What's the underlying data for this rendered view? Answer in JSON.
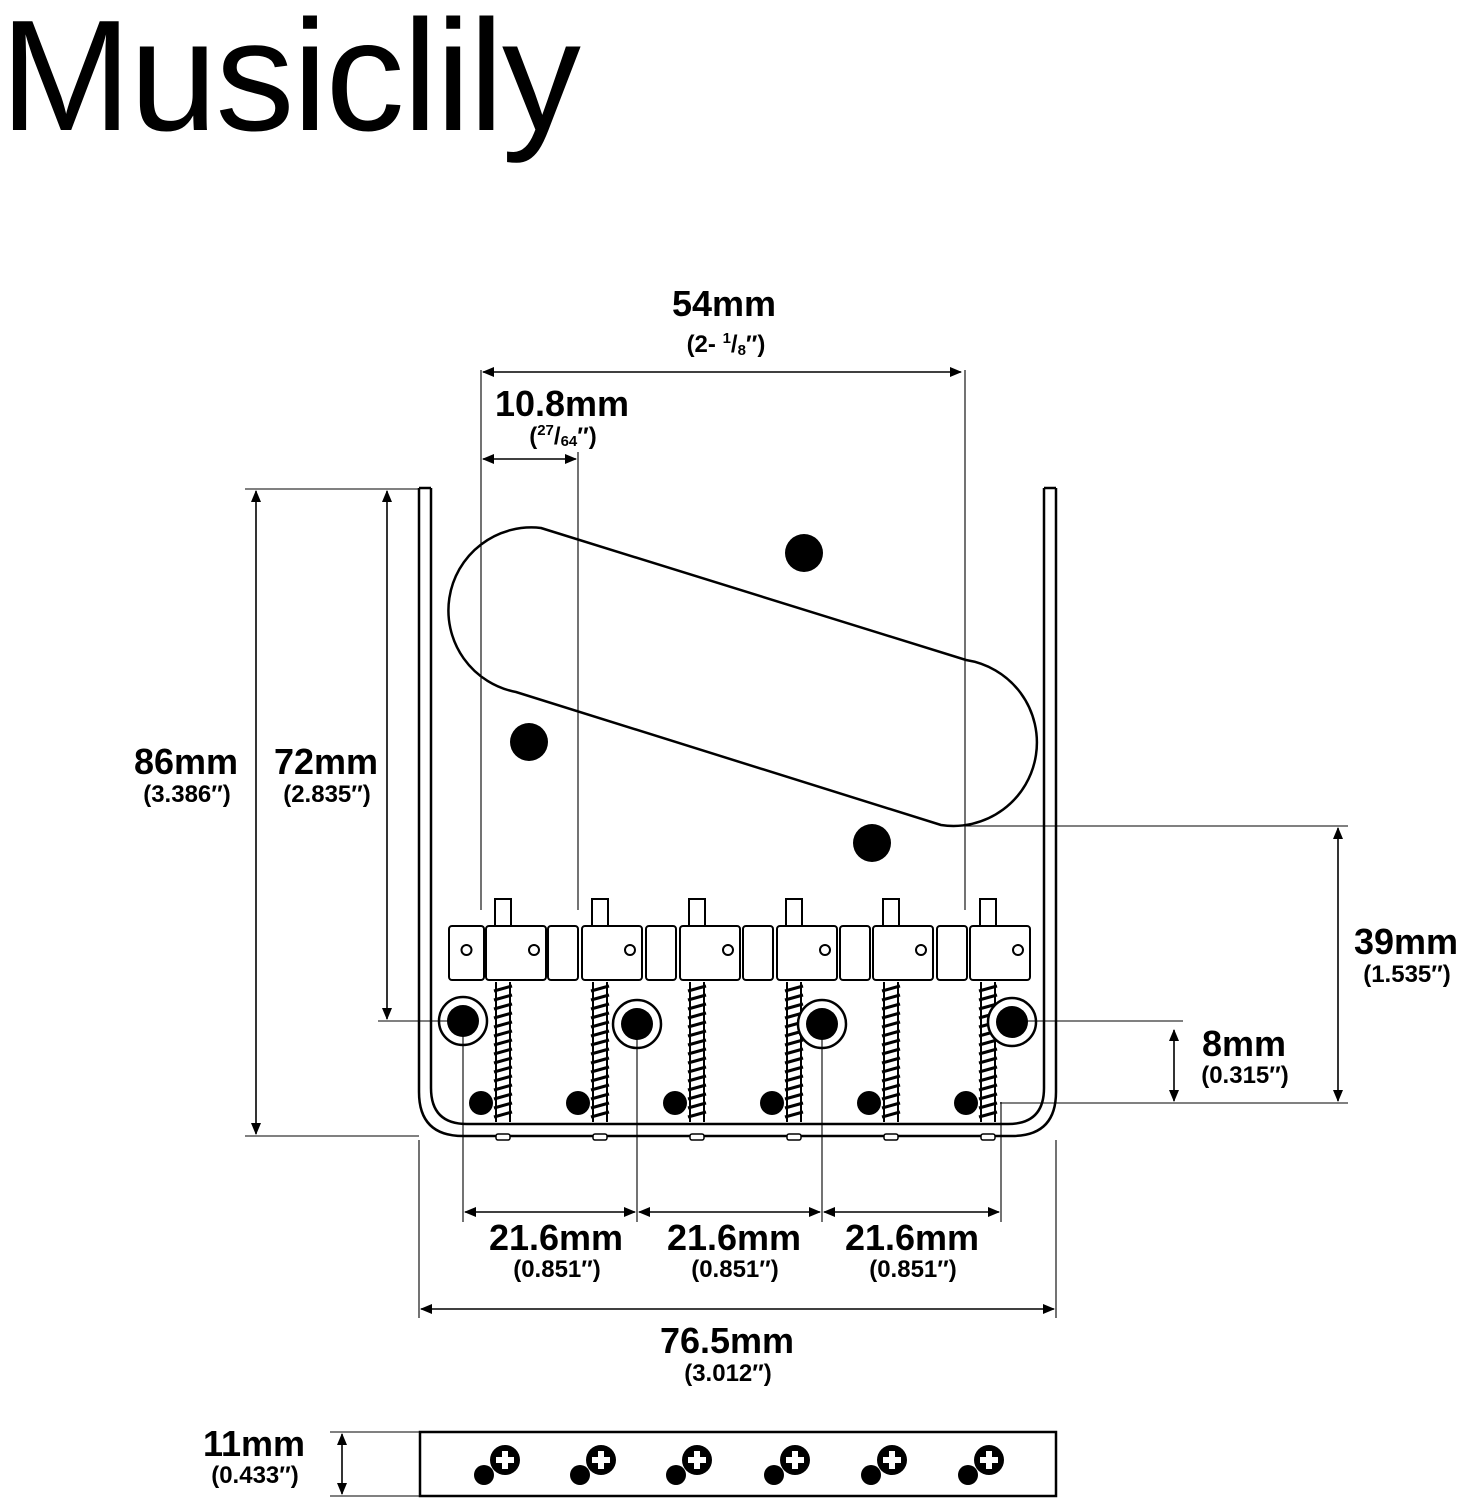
{
  "brand": "Musiclily",
  "colors": {
    "ink": "#000000",
    "background": "#ffffff"
  },
  "dimensions": {
    "saddle_span": {
      "mm": "54mm",
      "in_prefix": "(2- ",
      "in_num": "1",
      "in_den": "8",
      "in_suffix": "″)"
    },
    "saddle_width": {
      "mm": "10.8mm",
      "in_prefix": "(",
      "in_num": "27",
      "in_den": "64",
      "in_suffix": "″)"
    },
    "overall_length": {
      "mm": "86mm",
      "in": "(3.386″)"
    },
    "mount_length": {
      "mm": "72mm",
      "in": "(2.835″)"
    },
    "pickup_to_end": {
      "mm": "39mm",
      "in": "(1.535″)"
    },
    "hole_offset": {
      "mm": "8mm",
      "in": "(0.315″)"
    },
    "hole_spacing": [
      {
        "mm": "21.6mm",
        "in": "(0.851″)"
      },
      {
        "mm": "21.6mm",
        "in": "(0.851″)"
      },
      {
        "mm": "21.6mm",
        "in": "(0.851″)"
      }
    ],
    "overall_width": {
      "mm": "76.5mm",
      "in": "(3.012″)"
    },
    "height": {
      "mm": "11mm",
      "in": "(0.433″)"
    }
  },
  "parts": {
    "saddle_count": 6,
    "mounting_hole_count": 4,
    "pickup_screw_hole_count": 3,
    "string_hole_count": 6,
    "end_view_screw_count": 6,
    "icons": [
      "saddle",
      "mounting-hole",
      "intonation-spring",
      "screw-head"
    ]
  }
}
